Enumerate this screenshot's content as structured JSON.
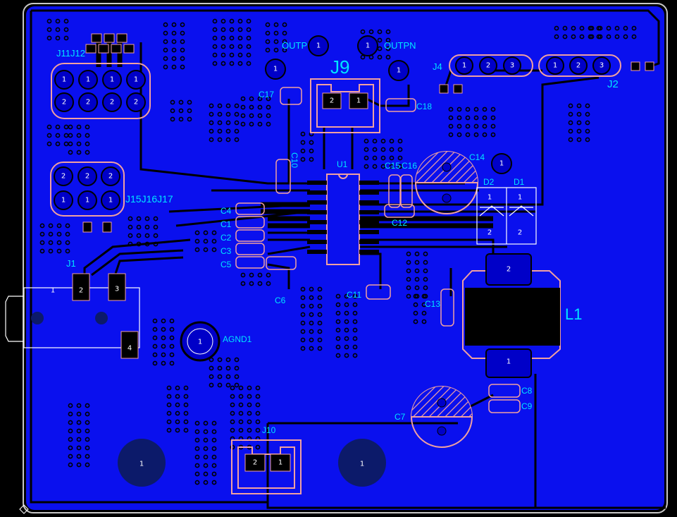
{
  "board": {
    "colors": {
      "background": "#000000",
      "copper": "#0a10ee",
      "trace": "#000000",
      "pad": "#0000c8",
      "silkscreen": "#00e5ff",
      "outline": "#f0a0a0",
      "board_edge": "#c8c8c8",
      "mount_hole": "#0c1a6a"
    }
  },
  "labels": {
    "j11j12": "J11J12",
    "outp": "OUTP",
    "outpn": "OUTPN",
    "j9": "J9",
    "j4": "J4",
    "j2": "J2",
    "c17": "C17",
    "c18": "C18",
    "c10": "C10",
    "u1": "U1",
    "c15": "C15",
    "c16": "C16",
    "c14": "C14",
    "d2": "D2",
    "d1": "D1",
    "j15j16j17": "J15J16J17",
    "c4": "C4",
    "c1": "C1",
    "c2": "C2",
    "c3": "C3",
    "c5": "C5",
    "c12": "C12",
    "j1": "J1",
    "c6": "C6",
    "c11": "C11",
    "c13": "C13",
    "l1": "L1",
    "agnd1": "AGND1",
    "c8": "C8",
    "c9": "C9",
    "c7": "C7",
    "j10": "J10"
  },
  "pads": {
    "one": "1",
    "two": "2",
    "three": "3",
    "four": "4"
  }
}
